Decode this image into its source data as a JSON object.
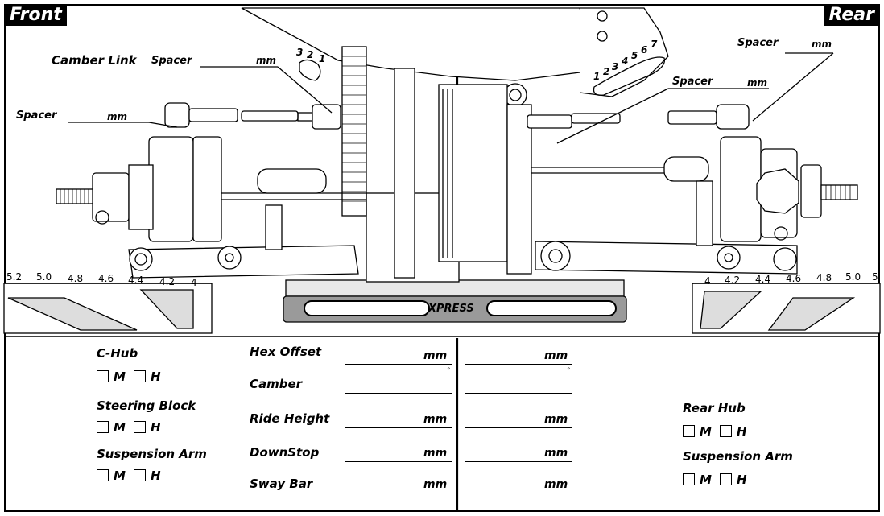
{
  "corners": {
    "front": "Front",
    "rear": "Rear"
  },
  "callouts": {
    "camber_link": "Camber Link",
    "spacer": "Spacer",
    "mm": "mm"
  },
  "pillow_ball_front": [
    "3",
    "2",
    "1"
  ],
  "pillow_ball_rear": [
    "1",
    "2",
    "3",
    "4",
    "5",
    "6",
    "7"
  ],
  "ride_scale_front": [
    "5.2",
    "5.0",
    "4.8",
    "4.6",
    "4.4",
    "4.2",
    "4"
  ],
  "ride_scale_rear": [
    "4",
    "4.2",
    "4.4",
    "4.6",
    "4.8",
    "5.0",
    "5"
  ],
  "brand": "XPRESS",
  "front_options": [
    {
      "label": "C-Hub",
      "choices": [
        "M",
        "H"
      ]
    },
    {
      "label": "Steering Block",
      "choices": [
        "M",
        "H"
      ]
    },
    {
      "label": "Suspension Arm",
      "choices": [
        "M",
        "H"
      ]
    }
  ],
  "rear_options": [
    {
      "label": "Rear Hub",
      "choices": [
        "M",
        "H"
      ]
    },
    {
      "label": "Suspension Arm",
      "choices": [
        "M",
        "H"
      ]
    }
  ],
  "setup_rows": [
    {
      "label": "Hex Offset",
      "unit": "mm"
    },
    {
      "label": "Camber",
      "unit": "°"
    },
    {
      "label": "Ride Height",
      "unit": "mm"
    },
    {
      "label": "DownStop",
      "unit": "mm"
    },
    {
      "label": "Sway Bar",
      "unit": "mm"
    }
  ],
  "colors": {
    "ink": "#000000",
    "paper": "#ffffff",
    "chassis_gray": "#9a9a9a"
  }
}
